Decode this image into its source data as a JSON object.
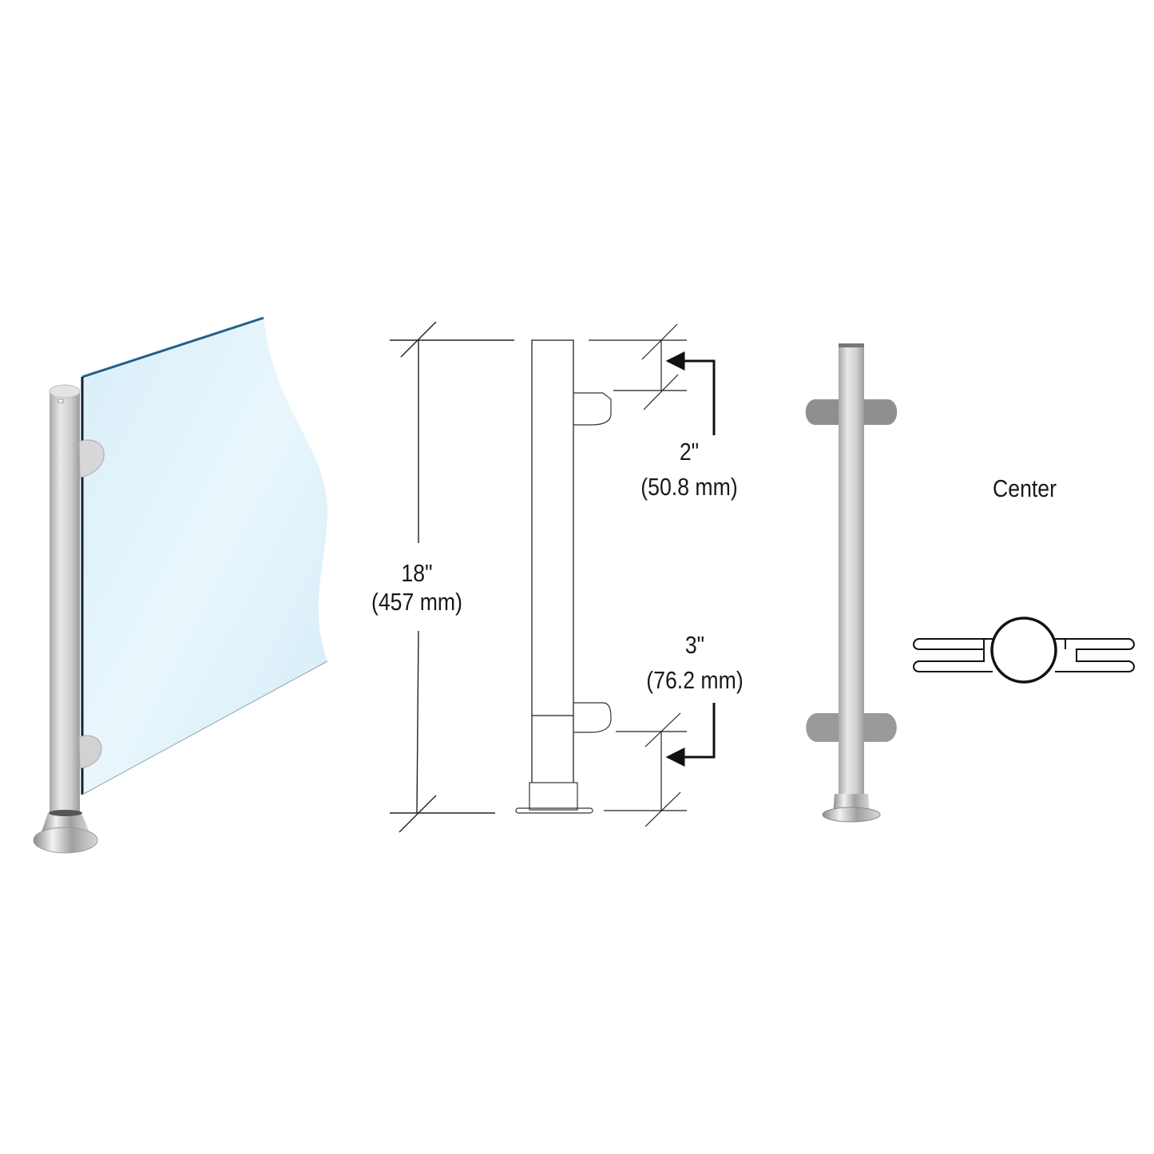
{
  "diagram": {
    "type": "technical-drawing",
    "subject": "glass railing post with glass clamps",
    "colors": {
      "background": "#ffffff",
      "line": "#222222",
      "glass_fill": "#e6f4fb",
      "glass_edge": "#1f5f8a",
      "post_metal": "#cfcfcf",
      "clamp_metal": "#9a9a9a"
    }
  },
  "dimensions": {
    "height": {
      "imperial": "18\"",
      "metric": "(457 mm)"
    },
    "top_offset": {
      "imperial": "2\"",
      "metric": "(50.8 mm)"
    },
    "bottom_offset": {
      "imperial": "3\"",
      "metric": "(76.2 mm)"
    }
  },
  "cross_section": {
    "label": "Center"
  }
}
